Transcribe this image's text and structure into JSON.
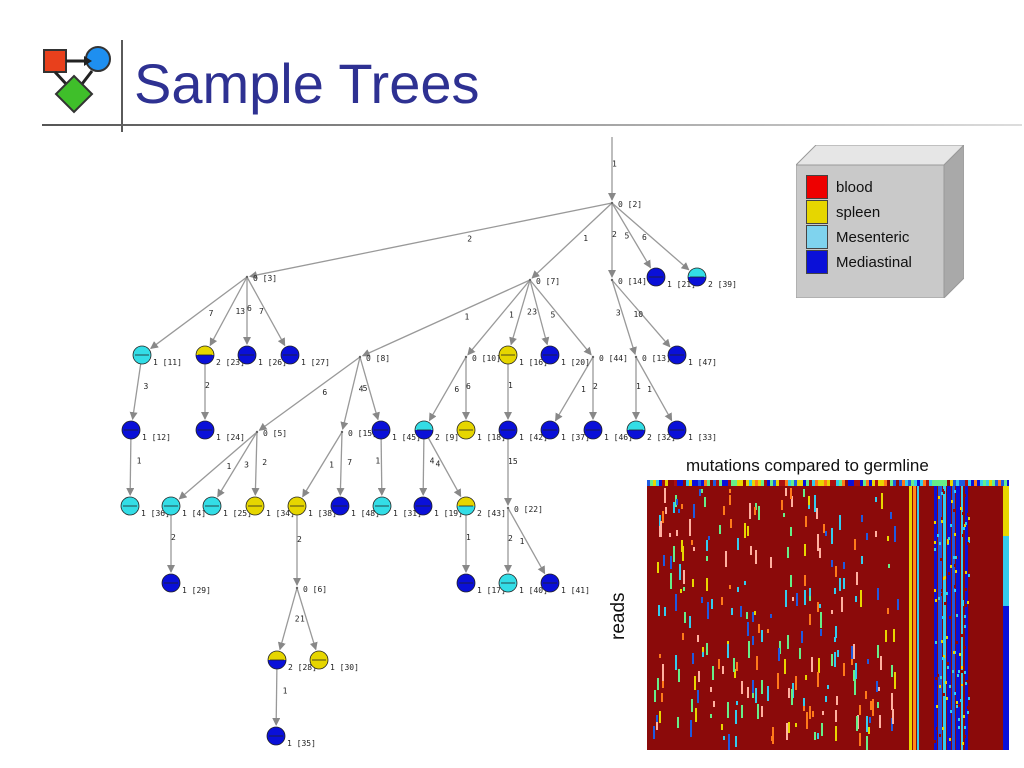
{
  "slide": {
    "title": "Sample Trees",
    "logo_icon": "flowchart-shapes-icon"
  },
  "legend": {
    "items": [
      {
        "label": "blood",
        "color": "#ee0000"
      },
      {
        "label": "spleen",
        "color": "#e6d600"
      },
      {
        "label": "Mesenteric",
        "color": "#7fd3ee"
      },
      {
        "label": "Mediastinal",
        "color": "#0a10d8"
      }
    ]
  },
  "heatmap": {
    "title": "mutations compared  to germline",
    "ylabel": "reads"
  },
  "tree": {
    "colors": {
      "blood": "#ee0000",
      "spleen": "#e6d600",
      "mesenteric": "#33dde6",
      "mediastinal": "#0a10d8",
      "edge": "#999999",
      "text": "#222222"
    },
    "nodes": [
      {
        "id": "root",
        "shape": "dot",
        "label": "0 [2]"
      },
      {
        "id": "n3",
        "shape": "dot",
        "label": "0 [3]"
      },
      {
        "id": "n7",
        "shape": "dot",
        "label": "0 [7]"
      },
      {
        "id": "n14",
        "shape": "dot",
        "label": "0 [14]"
      },
      {
        "id": "n21",
        "shape": "circle",
        "fill": "mediastinal",
        "label": "1 [21]"
      },
      {
        "id": "n39",
        "shape": "circle",
        "fill": "mesenteric",
        "fill2": "mediastinal",
        "label": "2 [39]"
      },
      {
        "id": "n11",
        "shape": "circle",
        "fill": "mesenteric",
        "label": "1 [11]"
      },
      {
        "id": "n23",
        "shape": "circle",
        "fill": "spleen",
        "fill2": "mediastinal",
        "label": "2 [23]"
      },
      {
        "id": "n26",
        "shape": "circle",
        "fill": "mediastinal",
        "label": "1 [26]"
      },
      {
        "id": "n27",
        "shape": "circle",
        "fill": "mediastinal",
        "label": "1 [27]"
      },
      {
        "id": "n8",
        "shape": "dot",
        "label": "0 [8]"
      },
      {
        "id": "n10",
        "shape": "dot",
        "label": "0 [10]"
      },
      {
        "id": "n16",
        "shape": "circle",
        "fill": "spleen",
        "label": "1 [16]"
      },
      {
        "id": "n20",
        "shape": "circle",
        "fill": "mediastinal",
        "label": "1 [20]"
      },
      {
        "id": "n44",
        "shape": "dot",
        "label": "0 [44]"
      },
      {
        "id": "n13",
        "shape": "dot",
        "label": "0 [13]"
      },
      {
        "id": "n47",
        "shape": "circle",
        "fill": "mediastinal",
        "label": "1 [47]"
      },
      {
        "id": "n12",
        "shape": "circle",
        "fill": "mediastinal",
        "label": "1 [12]"
      },
      {
        "id": "n24",
        "shape": "circle",
        "fill": "mediastinal",
        "label": "1 [24]"
      },
      {
        "id": "n5",
        "shape": "dot",
        "label": "0 [5]"
      },
      {
        "id": "n15",
        "shape": "dot",
        "label": "0 [15]"
      },
      {
        "id": "n45",
        "shape": "circle",
        "fill": "mediastinal",
        "label": "1 [45]"
      },
      {
        "id": "n9",
        "shape": "circle",
        "fill": "mesenteric",
        "fill2": "mediastinal",
        "label": "2 [9]"
      },
      {
        "id": "n18",
        "shape": "circle",
        "fill": "spleen",
        "label": "1 [18]"
      },
      {
        "id": "n42",
        "shape": "circle",
        "fill": "mediastinal",
        "label": "1 [42]"
      },
      {
        "id": "n37",
        "shape": "circle",
        "fill": "mediastinal",
        "label": "1 [37]"
      },
      {
        "id": "n46",
        "shape": "circle",
        "fill": "mediastinal",
        "label": "1 [46]"
      },
      {
        "id": "n32",
        "shape": "circle",
        "fill": "mesenteric",
        "fill2": "mediastinal",
        "label": "2 [32]"
      },
      {
        "id": "n33",
        "shape": "circle",
        "fill": "mediastinal",
        "label": "1 [33]"
      },
      {
        "id": "n36",
        "shape": "circle",
        "fill": "mesenteric",
        "label": "1 [36]"
      },
      {
        "id": "n4",
        "shape": "circle",
        "fill": "mesenteric",
        "label": "1 [4]"
      },
      {
        "id": "n25",
        "shape": "circle",
        "fill": "mesenteric",
        "label": "1 [25]"
      },
      {
        "id": "n34",
        "shape": "circle",
        "fill": "spleen",
        "label": "1 [34]"
      },
      {
        "id": "n38",
        "shape": "circle",
        "fill": "spleen",
        "label": "1 [38]"
      },
      {
        "id": "n48",
        "shape": "circle",
        "fill": "mediastinal",
        "label": "1 [48]"
      },
      {
        "id": "n31",
        "shape": "circle",
        "fill": "mesenteric",
        "label": "1 [31]"
      },
      {
        "id": "n19",
        "shape": "circle",
        "fill": "mediastinal",
        "label": "1 [19]"
      },
      {
        "id": "n43",
        "shape": "circle",
        "fill": "spleen",
        "fill2": "mesenteric",
        "label": "2 [43]"
      },
      {
        "id": "n22",
        "shape": "dot",
        "label": "0 [22]"
      },
      {
        "id": "n29",
        "shape": "circle",
        "fill": "mediastinal",
        "label": "1 [29]"
      },
      {
        "id": "n6",
        "shape": "dot",
        "label": "0 [6]"
      },
      {
        "id": "n17",
        "shape": "circle",
        "fill": "mediastinal",
        "label": "1 [17]"
      },
      {
        "id": "n40",
        "shape": "circle",
        "fill": "mesenteric",
        "label": "1 [40]"
      },
      {
        "id": "n41",
        "shape": "circle",
        "fill": "mediastinal",
        "label": "1 [41]"
      },
      {
        "id": "n28",
        "shape": "circle",
        "fill": "spleen",
        "fill2": "mediastinal",
        "label": "2 [28]"
      },
      {
        "id": "n30",
        "shape": "circle",
        "fill": "spleen",
        "label": "1 [30]"
      },
      {
        "id": "n35",
        "shape": "circle",
        "fill": "mediastinal",
        "label": "1 [35]"
      }
    ],
    "edges": [
      {
        "from": "top",
        "to": "root",
        "label": "1"
      },
      {
        "from": "root",
        "to": "n3",
        "label": "2"
      },
      {
        "from": "root",
        "to": "n7",
        "label": "1"
      },
      {
        "from": "root",
        "to": "n14",
        "label": "2"
      },
      {
        "from": "root",
        "to": "n21",
        "label": "5"
      },
      {
        "from": "root",
        "to": "n39",
        "label": "6"
      },
      {
        "from": "n3",
        "to": "n11",
        "label": "7"
      },
      {
        "from": "n3",
        "to": "n23",
        "label": "13"
      },
      {
        "from": "n3",
        "to": "n26",
        "label": "6"
      },
      {
        "from": "n3",
        "to": "n27",
        "label": "7"
      },
      {
        "from": "n7",
        "to": "n8",
        "label": "1"
      },
      {
        "from": "n7",
        "to": "n10",
        "label": "1"
      },
      {
        "from": "n7",
        "to": "n16",
        "label": "2"
      },
      {
        "from": "n7",
        "to": "n20",
        "label": "3"
      },
      {
        "from": "n7",
        "to": "n44",
        "label": "5"
      },
      {
        "from": "n14",
        "to": "n13",
        "label": "3"
      },
      {
        "from": "n14",
        "to": "n47",
        "label": "10"
      },
      {
        "from": "n11",
        "to": "n12",
        "label": "3"
      },
      {
        "from": "n23",
        "to": "n24",
        "label": "2"
      },
      {
        "from": "n8",
        "to": "n5",
        "label": "6"
      },
      {
        "from": "n8",
        "to": "n15",
        "label": "4"
      },
      {
        "from": "n8",
        "to": "n45",
        "label": "5"
      },
      {
        "from": "n10",
        "to": "n9",
        "label": "6"
      },
      {
        "from": "n10",
        "to": "n18",
        "label": "6"
      },
      {
        "from": "n16",
        "to": "n42",
        "label": "1"
      },
      {
        "from": "n44",
        "to": "n37",
        "label": "1"
      },
      {
        "from": "n44",
        "to": "n46",
        "label": "2"
      },
      {
        "from": "n13",
        "to": "n32",
        "label": "1"
      },
      {
        "from": "n13",
        "to": "n33",
        "label": "1"
      },
      {
        "from": "n12",
        "to": "n36",
        "label": "1"
      },
      {
        "from": "n5",
        "to": "n4",
        "label": "1"
      },
      {
        "from": "n5",
        "to": "n25",
        "label": "3"
      },
      {
        "from": "n5",
        "to": "n34",
        "label": "2"
      },
      {
        "from": "n15",
        "to": "n38",
        "label": "1"
      },
      {
        "from": "n15",
        "to": "n48",
        "label": "7"
      },
      {
        "from": "n45",
        "to": "n31",
        "label": "1"
      },
      {
        "from": "n9",
        "to": "n19",
        "label": "4"
      },
      {
        "from": "n9",
        "to": "n43",
        "label": "4"
      },
      {
        "from": "n42",
        "to": "n22",
        "label": "15"
      },
      {
        "from": "n4",
        "to": "n29",
        "label": "2"
      },
      {
        "from": "n38",
        "to": "n6",
        "label": "2"
      },
      {
        "from": "n43",
        "to": "n17",
        "label": "1"
      },
      {
        "from": "n22",
        "to": "n40",
        "label": "2"
      },
      {
        "from": "n22",
        "to": "n41",
        "label": "1"
      },
      {
        "from": "n6",
        "to": "n28",
        "label": "2"
      },
      {
        "from": "n6",
        "to": "n30",
        "label": "1"
      },
      {
        "from": "n28",
        "to": "n35",
        "label": "1"
      }
    ]
  }
}
